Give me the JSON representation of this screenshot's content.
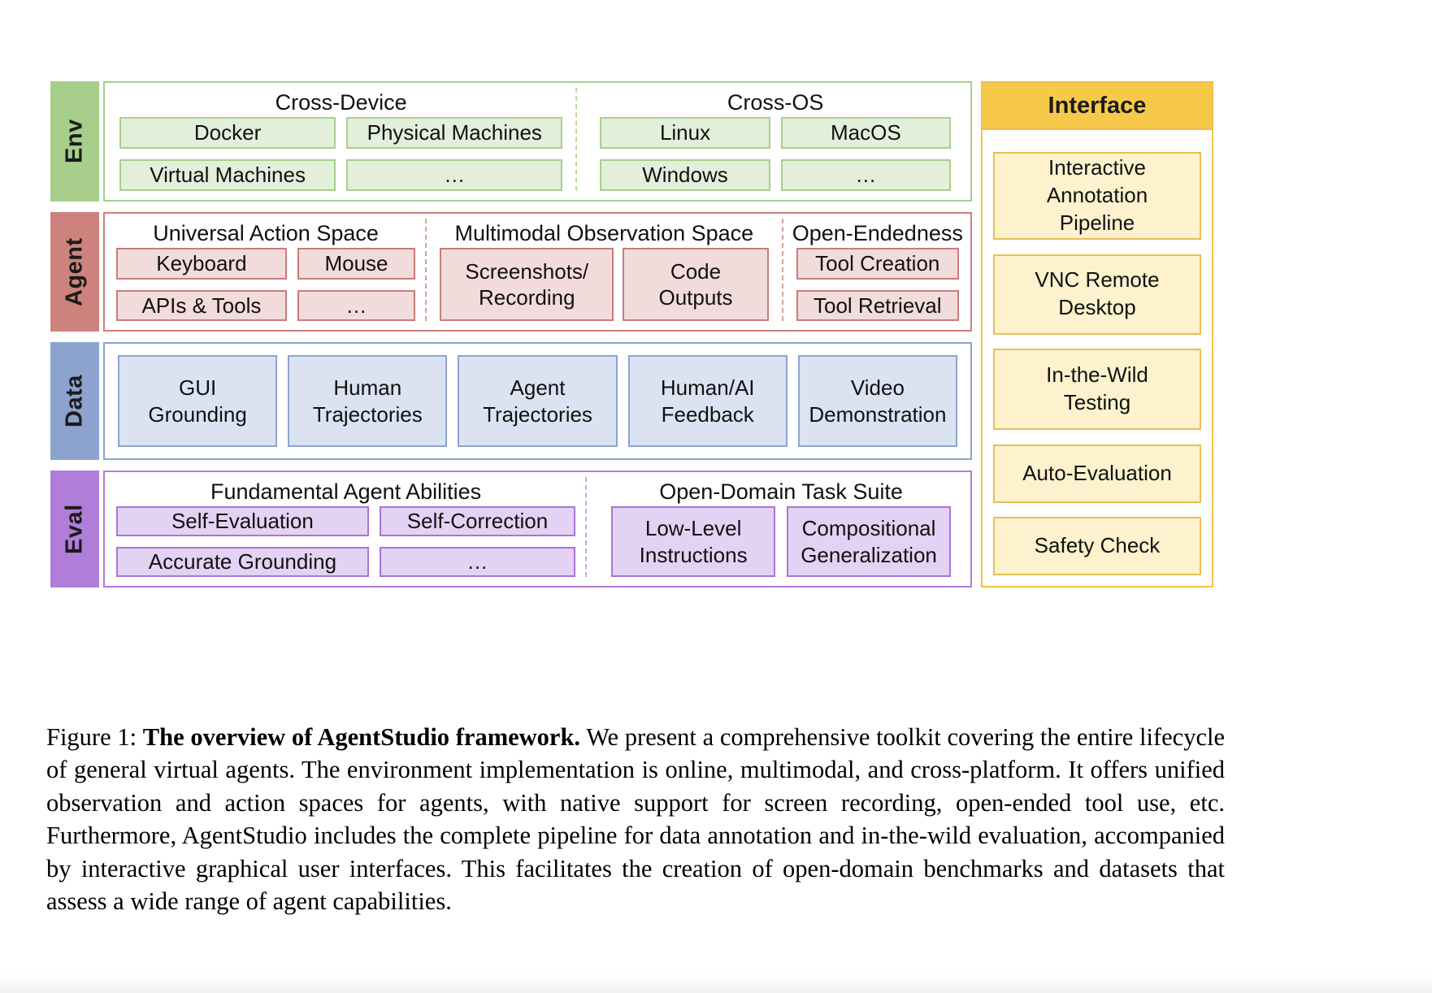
{
  "diagram": {
    "env": {
      "label": "Env",
      "sections": [
        {
          "title": "Cross-Device",
          "boxes": [
            "Docker",
            "Physical Machines",
            "Virtual Machines",
            "…"
          ]
        },
        {
          "title": "Cross-OS",
          "boxes": [
            "Linux",
            "MacOS",
            "Windows",
            "…"
          ]
        }
      ]
    },
    "agent": {
      "label": "Agent",
      "sections": [
        {
          "title": "Universal Action Space",
          "boxes": [
            "Keyboard",
            "Mouse",
            "APIs & Tools",
            "…"
          ]
        },
        {
          "title": "Multimodal Observation Space",
          "boxes": [
            "Screenshots/\nRecording",
            "Code\nOutputs"
          ]
        },
        {
          "title": "Open-Endedness",
          "boxes": [
            "Tool Creation",
            "Tool Retrieval"
          ]
        }
      ]
    },
    "data": {
      "label": "Data",
      "boxes": [
        "GUI\nGrounding",
        "Human\nTrajectories",
        "Agent\nTrajectories",
        "Human/AI\nFeedback",
        "Video\nDemonstration"
      ]
    },
    "eval": {
      "label": "Eval",
      "sections": [
        {
          "title": "Fundamental Agent Abilities",
          "boxes": [
            "Self-Evaluation",
            "Self-Correction",
            "Accurate Grounding",
            "…"
          ]
        },
        {
          "title": "Open-Domain Task Suite",
          "boxes": [
            "Low-Level\nInstructions",
            "Compositional\nGeneralization"
          ]
        }
      ]
    },
    "interface": {
      "title": "Interface",
      "items": [
        "Interactive\nAnnotation\nPipeline",
        "VNC Remote\nDesktop",
        "In-the-Wild\nTesting",
        "Auto-Evaluation",
        "Safety Check"
      ]
    }
  },
  "caption": {
    "prefix": "Figure 1: ",
    "bold": "The overview of AgentStudio framework.",
    "body": " We present a comprehensive toolkit covering the entire lifecycle of general virtual agents. The environment implementation is online, multimodal, and cross-platform. It offers unified observation and action spaces for agents, with native support for screen recording, open-ended tool use, etc. Furthermore, AgentStudio includes the complete pipeline for data annotation and in-the-wild evaluation, accompanied by interactive graphical user interfaces. This facilitates the creation of open-domain benchmarks and datasets that assess a wide range of agent capabilities."
  },
  "colors": {
    "env": "#a7cf8b",
    "env_fill": "#e2efda",
    "agent": "#cd827e",
    "agent_fill": "#f2dcdb",
    "data": "#8ca3d0",
    "data_fill": "#dbe3f3",
    "eval": "#b07dd8",
    "eval_fill": "#e3d2f3",
    "interface": "#f6c94b",
    "interface_fill": "#fdf2cd"
  }
}
